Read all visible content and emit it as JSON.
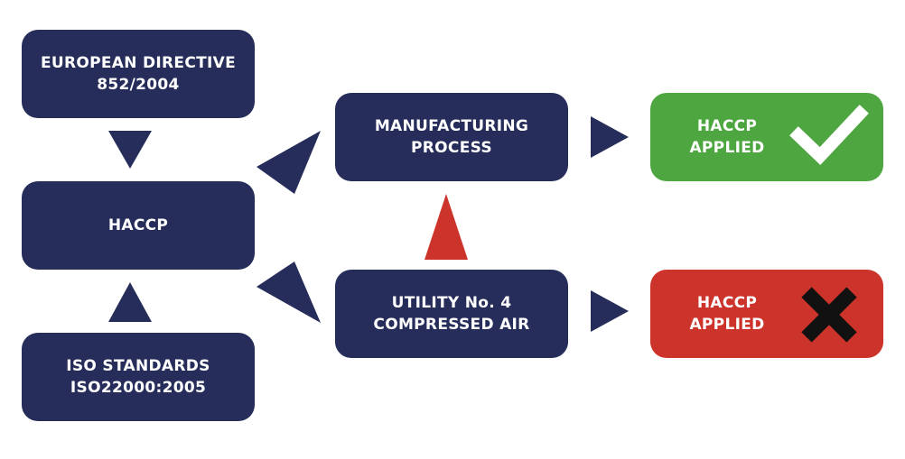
{
  "colors": {
    "navy": "#262d5a",
    "green": "#4ea640",
    "red": "#cc342b",
    "white": "#ffffff",
    "black": "#111111"
  },
  "nodes": {
    "european_directive": {
      "line1": "EUROPEAN DIRECTIVE",
      "line2": "852/2004"
    },
    "haccp": {
      "line1": "HACCP"
    },
    "iso_standards": {
      "line1": "ISO STANDARDS",
      "line2": "ISO22000:2005"
    },
    "manufacturing_process": {
      "line1": "MANUFACTURING",
      "line2": "PROCESS"
    },
    "utility_compressed_air": {
      "line1": "UTILITY No. 4",
      "line2": "COMPRESSED AIR"
    },
    "haccp_applied_yes": {
      "line1": "HACCP",
      "line2": "APPLIED",
      "icon": "check-icon"
    },
    "haccp_applied_no": {
      "line1": "HACCP",
      "line2": "APPLIED",
      "icon": "x-cross-icon"
    }
  }
}
